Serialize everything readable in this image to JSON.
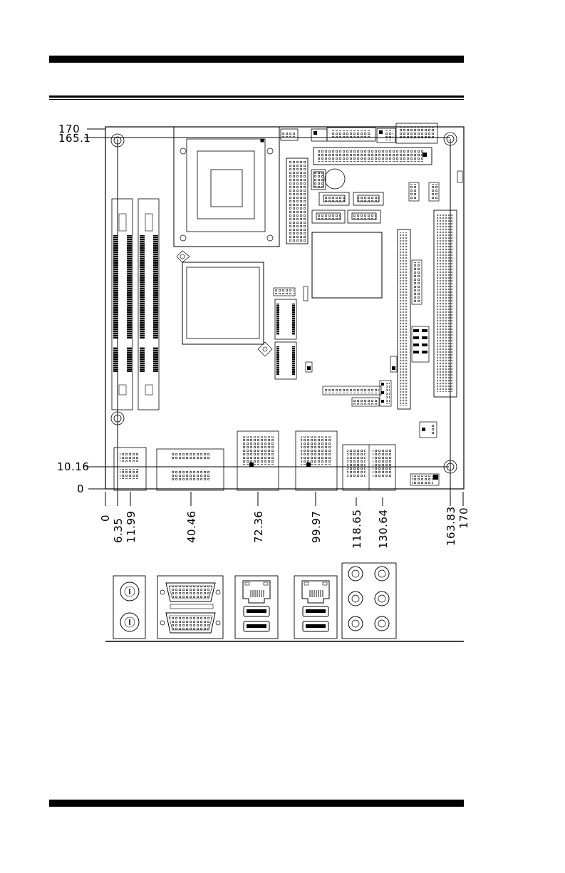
{
  "page": {
    "header_rule_color": "#000000",
    "background": "#ffffff"
  },
  "dimensions": {
    "y_labels": [
      "170",
      "165.1",
      "10.16",
      "0"
    ],
    "x_labels": [
      "0",
      "6.35",
      "11.99",
      "40.46",
      "72.36",
      "99.97",
      "118.65",
      "130.64",
      "163.83",
      "170"
    ]
  },
  "io_panel": {
    "ports": [
      "ps2-ports",
      "serial-com-port",
      "vga-port",
      "lan-port-1",
      "usb-ports-1",
      "lan-port-2",
      "usb-ports-2",
      "audio-jacks"
    ]
  }
}
